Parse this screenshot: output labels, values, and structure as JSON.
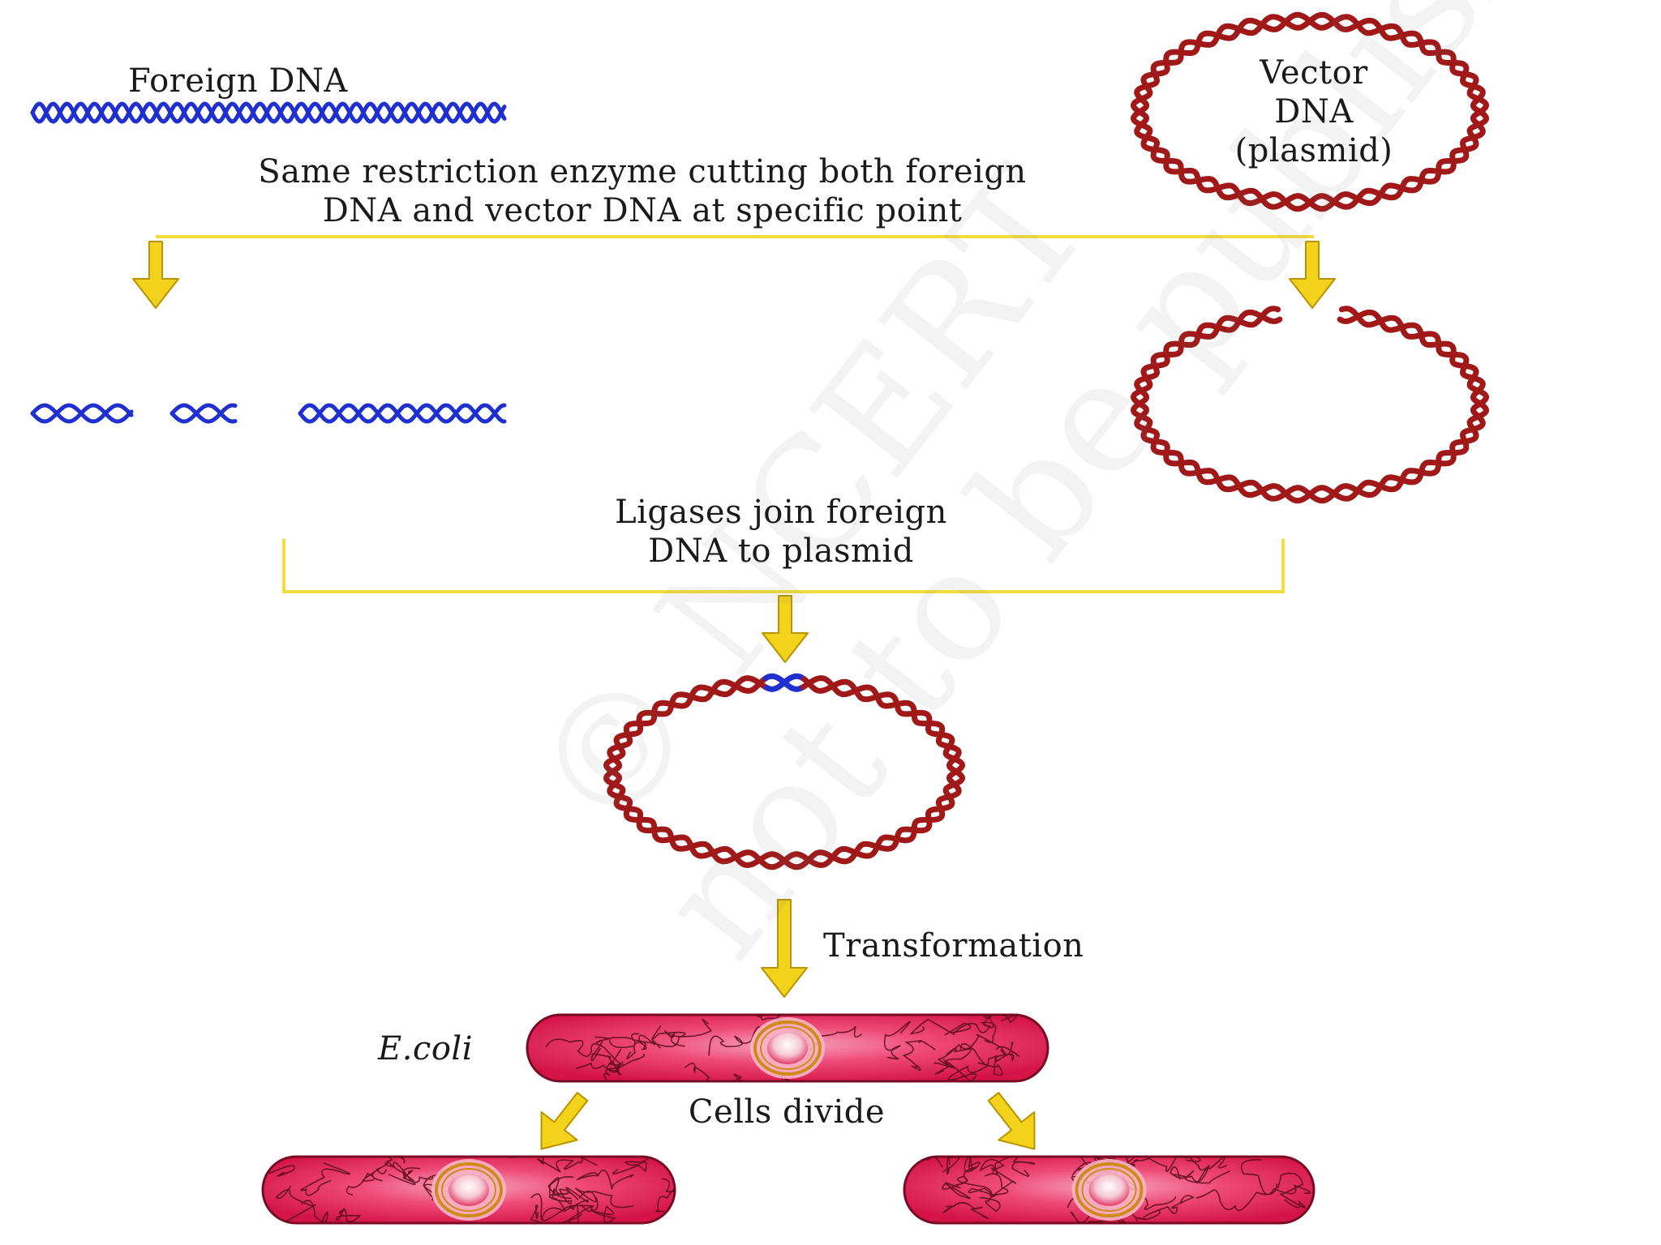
{
  "labels": {
    "foreign_dna": "Foreign DNA",
    "vector_dna_line1": "Vector",
    "vector_dna_line2": "DNA",
    "vector_dna_line3": "(plasmid)",
    "restriction_line1": "Same restriction enzyme cutting both foreign",
    "restriction_line2": "DNA and vector DNA at specific point",
    "ligase_line1": "Ligases join foreign",
    "ligase_line2": "DNA to plasmid",
    "transformation": "Transformation",
    "ecoli": "E.coli",
    "cells_divide": "Cells divide"
  },
  "watermark": {
    "line1": "© NCERT",
    "line2": "not to be published"
  },
  "colors": {
    "foreign_dna": "#1f2fd0",
    "vector_dna": "#a01818",
    "arrow_fill": "#f2d21a",
    "arrow_stroke": "#b89400",
    "bracket": "#f0dc3c",
    "cell_fill": "#e8245a",
    "cell_light": "#f57fa0",
    "cell_texture": "#5a0a1a",
    "plasmid_ring": "#d08a1a"
  }
}
